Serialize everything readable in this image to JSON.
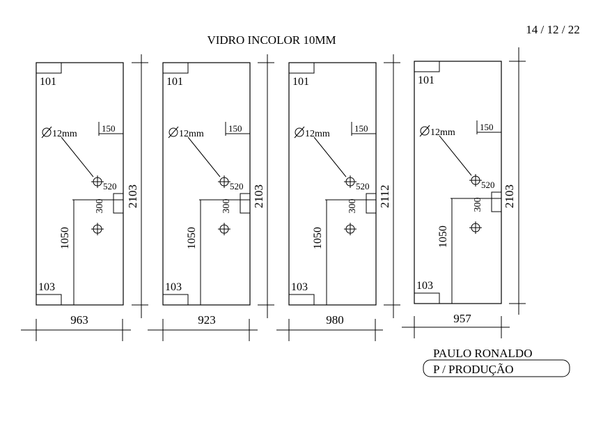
{
  "header": {
    "title": "VIDRO INCOLOR 10MM",
    "date": "14 / 12 / 22"
  },
  "panels": [
    {
      "top_label": "101",
      "bottom_label": "103",
      "hole_label": "12mm",
      "dim_150": "150",
      "dim_520": "520",
      "dim_300": "300",
      "dim_1050": "1050",
      "height": "2103",
      "width": "963"
    },
    {
      "top_label": "101",
      "bottom_label": "103",
      "hole_label": "12mm",
      "dim_150": "150",
      "dim_520": "520",
      "dim_300": "300",
      "dim_1050": "1050",
      "height": "2103",
      "width": "923"
    },
    {
      "top_label": "101",
      "bottom_label": "103",
      "hole_label": "12mm",
      "dim_150": "150",
      "dim_520": "520",
      "dim_300": "300",
      "dim_1050": "1050",
      "height": "2112",
      "width": "980"
    },
    {
      "top_label": "101",
      "bottom_label": "103",
      "hole_label": "12mm",
      "dim_150": "150",
      "dim_520": "520",
      "dim_300": "300",
      "dim_1050": "1050",
      "height": "2103",
      "width": "957"
    }
  ],
  "footer": {
    "author": "PAULO RONALDO",
    "purpose": "P / PRODUÇÃO"
  }
}
